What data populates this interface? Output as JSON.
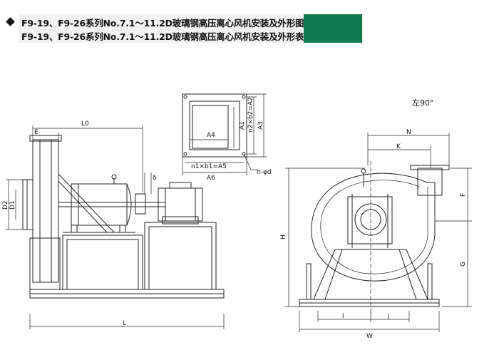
{
  "header": {
    "title_line1": "F9-19、F9-26系列No.7.1～11.2D玻璃钢高压离心风机安装及外形图",
    "title_line2": "F9-19、F9-26系列No.7.1～11.2D玻璃钢高压离心风机安装及外形表",
    "accent_color": "#0f7a4e"
  },
  "side_view": {
    "labels": {
      "E": "E",
      "L0": "L0",
      "D1": "D1",
      "D2": "D2",
      "delta": "δ",
      "L": "L"
    }
  },
  "flange_detail": {
    "labels": {
      "A1": "A1",
      "A3": "A3",
      "A4": "A4",
      "A5_eq": "n1×b1=A5",
      "A2_eq": "n2×b2=A2",
      "A6": "A6",
      "holes": "n-φd"
    }
  },
  "front_view": {
    "rotation": "左90°",
    "labels": {
      "N": "N",
      "K": "K",
      "F": "F",
      "H": "H",
      "G": "G",
      "i": "i",
      "j": "j",
      "W": "W"
    }
  }
}
